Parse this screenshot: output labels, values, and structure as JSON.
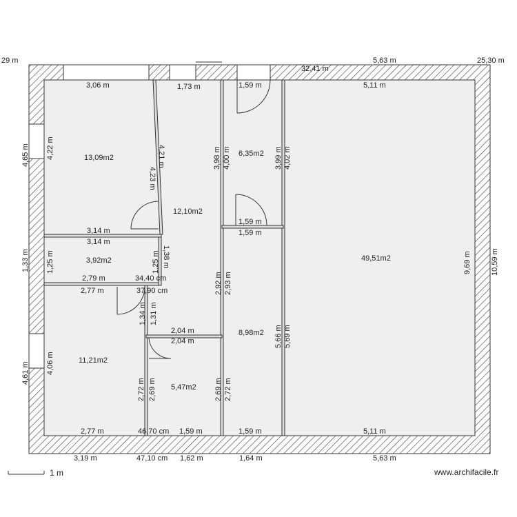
{
  "rooms": [
    {
      "id": "r1",
      "area": "13,09m2"
    },
    {
      "id": "r2",
      "area": "12,10m2"
    },
    {
      "id": "r3",
      "area": "6,35m2"
    },
    {
      "id": "r4",
      "area": "49,51m2"
    },
    {
      "id": "r5",
      "area": "3,92m2"
    },
    {
      "id": "r6",
      "area": "8,98m2"
    },
    {
      "id": "r7",
      "area": "11,21m2"
    },
    {
      "id": "r8",
      "area": "5,47m2"
    }
  ],
  "dimensions": {
    "top_outer": [
      "29 m",
      "5,63 m",
      "25,30 m",
      "32,41 m"
    ],
    "top_inner": [
      "3,06 m",
      "1,73 m",
      "1,59 m",
      "5,11 m"
    ],
    "mid1": [
      "3,14 m",
      "3,14 m",
      "1,59 m",
      "1,59 m"
    ],
    "mid2": [
      "2,79 m",
      "34,40 cm",
      "2,77 m",
      "37,90 cm",
      "2,04 m",
      "2,04 m"
    ],
    "bottom_inner": [
      "2,77 m",
      "46,70 cm",
      "1,59 m",
      "1,59 m",
      "5,11 m"
    ],
    "bottom_outer": [
      "3,19 m",
      "47,10 cm",
      "1,62 m",
      "1,64 m",
      "5,63 m"
    ],
    "verticals": [
      "4,65 m",
      "4,22 m",
      "4,23 m",
      "4,21 m",
      "3,98 m",
      "4,00 m",
      "3,99 m",
      "4,02 m",
      "1,33 m",
      "1,25 m",
      "1,25 m",
      "1,38 m",
      "2,92 m",
      "2,93 m",
      "5,66 m",
      "5,69 m",
      "9,69 m",
      "10,59 m",
      "1,34 m",
      "1,31 m",
      "4,61 m",
      "4,06 m",
      "2,72 m",
      "2,69 m",
      "2,69 m",
      "2,72 m"
    ]
  },
  "scale_label": "1 m",
  "brand": "www.archifacile.fr"
}
